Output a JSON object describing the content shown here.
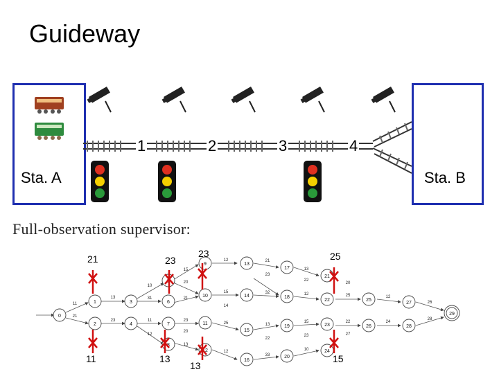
{
  "title": "Guideway",
  "stations": {
    "a_label": "Sta. A",
    "b_label": "Sta. B"
  },
  "segments": [
    "1",
    "2",
    "3",
    "4"
  ],
  "supervisor_title": "Full-observation supervisor:",
  "top_event_labels": [
    "21",
    "23",
    "23",
    "25"
  ],
  "bottom_event_labels": [
    "11",
    "13",
    "13",
    "15"
  ],
  "graph": {
    "nodes": [
      "0",
      "1",
      "2",
      "3",
      "4",
      "5",
      "6",
      "7",
      "8",
      "9",
      "10",
      "11",
      "12",
      "13",
      "14",
      "15",
      "16",
      "17",
      "18",
      "19",
      "20",
      "21",
      "22",
      "23",
      "24",
      "25",
      "26",
      "27",
      "28",
      "29"
    ],
    "edge_labels": [
      "11",
      "21",
      "13",
      "23",
      "31",
      "10",
      "15",
      "20",
      "21",
      "12",
      "15",
      "14",
      "21",
      "23",
      "32",
      "13",
      "12",
      "22",
      "11",
      "12",
      "23",
      "13",
      "20",
      "25",
      "12",
      "13",
      "22",
      "33",
      "15",
      "23",
      "10",
      "20",
      "25",
      "22",
      "27",
      "12",
      "24",
      "26",
      "28"
    ]
  },
  "colors": {
    "station_border": "#1f2fb0",
    "marker": "#d01010",
    "train_top": "#a04020",
    "train_bottom": "#2e8b3e"
  }
}
